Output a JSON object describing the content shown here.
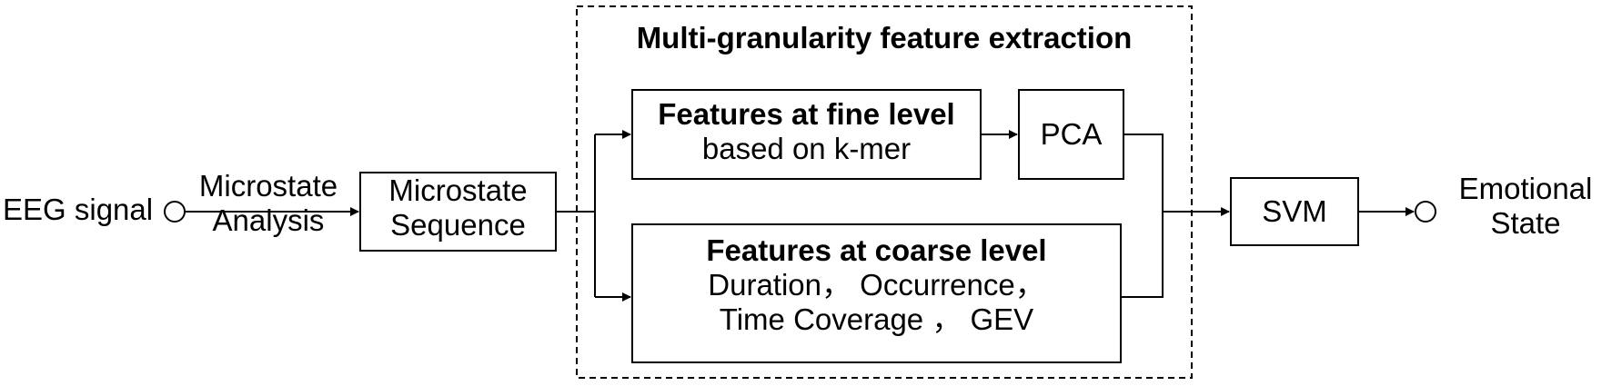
{
  "input": {
    "line1": "EEG signal"
  },
  "analysis": {
    "line1": "Microstate",
    "line2": "Analysis"
  },
  "sequence": {
    "line1": "Microstate",
    "line2": "Sequence"
  },
  "group": {
    "title": "Multi-granularity feature extraction"
  },
  "fine": {
    "title": "Features at fine level",
    "line2": "based on k-mer"
  },
  "pca": {
    "label": "PCA"
  },
  "coarse": {
    "title": "Features at coarse level",
    "line2": "Duration， Occurrence，",
    "line3": "Time Coverage ， GEV"
  },
  "svm": {
    "label": "SVM"
  },
  "output": {
    "line1": "Emotional",
    "line2": "State"
  }
}
